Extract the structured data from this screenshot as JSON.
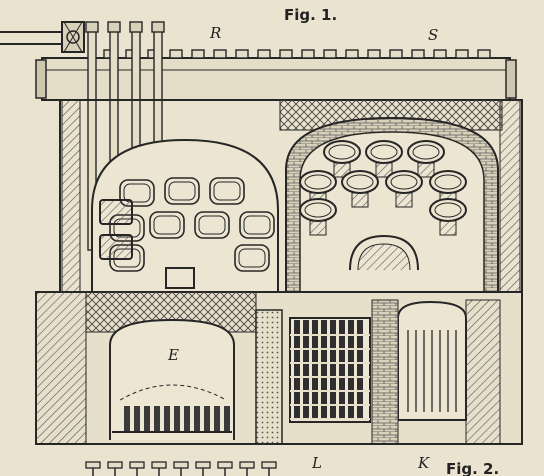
{
  "labels": {
    "fig1": "Fig. 1.",
    "fig2": "Fig. 2.",
    "r": "R",
    "s": "S",
    "e": "E",
    "l": "L",
    "k": "K"
  },
  "colors": {
    "paper": "#e9e3cf",
    "ink": "#262626",
    "hatch": "#6b6b6b"
  }
}
